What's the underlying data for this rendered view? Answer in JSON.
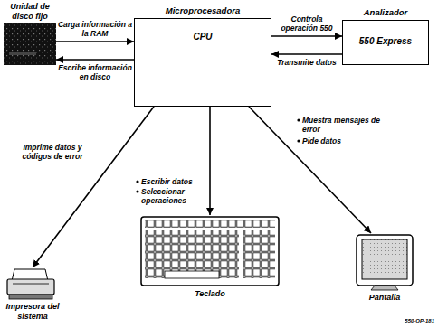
{
  "diagram": {
    "nodes": [
      {
        "text": [
          "Unidad de disco fijo"
        ]
      },
      {
        "text": [
          "Microprocesadora",
          "CPU"
        ]
      },
      {
        "text": [
          "Analizador",
          "550 Express"
        ]
      },
      {
        "text": [
          "Impresora del sistema"
        ]
      },
      {
        "text": [
          "Teclado"
        ]
      },
      {
        "text": [
          "Pantalla"
        ]
      }
    ],
    "edges": [
      {
        "from": 0,
        "to": 1,
        "arrow": "to",
        "label": "Carga información a la RAM"
      },
      {
        "from": 1,
        "to": 0,
        "arrow": "to",
        "label": "Escribe información en disco"
      },
      {
        "from": 1,
        "to": 2,
        "arrow": "to",
        "label": "Controla operación 550"
      },
      {
        "from": 2,
        "to": 1,
        "arrow": "to",
        "label": "Transmite datos"
      },
      {
        "from": 1,
        "to": 3,
        "arrow": "to",
        "label": "Imprime datos y códigos de error"
      },
      {
        "from": 1,
        "to": 4,
        "arrow": "to"
      },
      {
        "from": 1,
        "to": 5,
        "arrow": "to"
      }
    ],
    "labels": [
      "Escribir datos",
      "Seleccionar operaciones",
      "Muestra mensajes de error",
      "Pide datos",
      "550-OP-181"
    ]
  }
}
